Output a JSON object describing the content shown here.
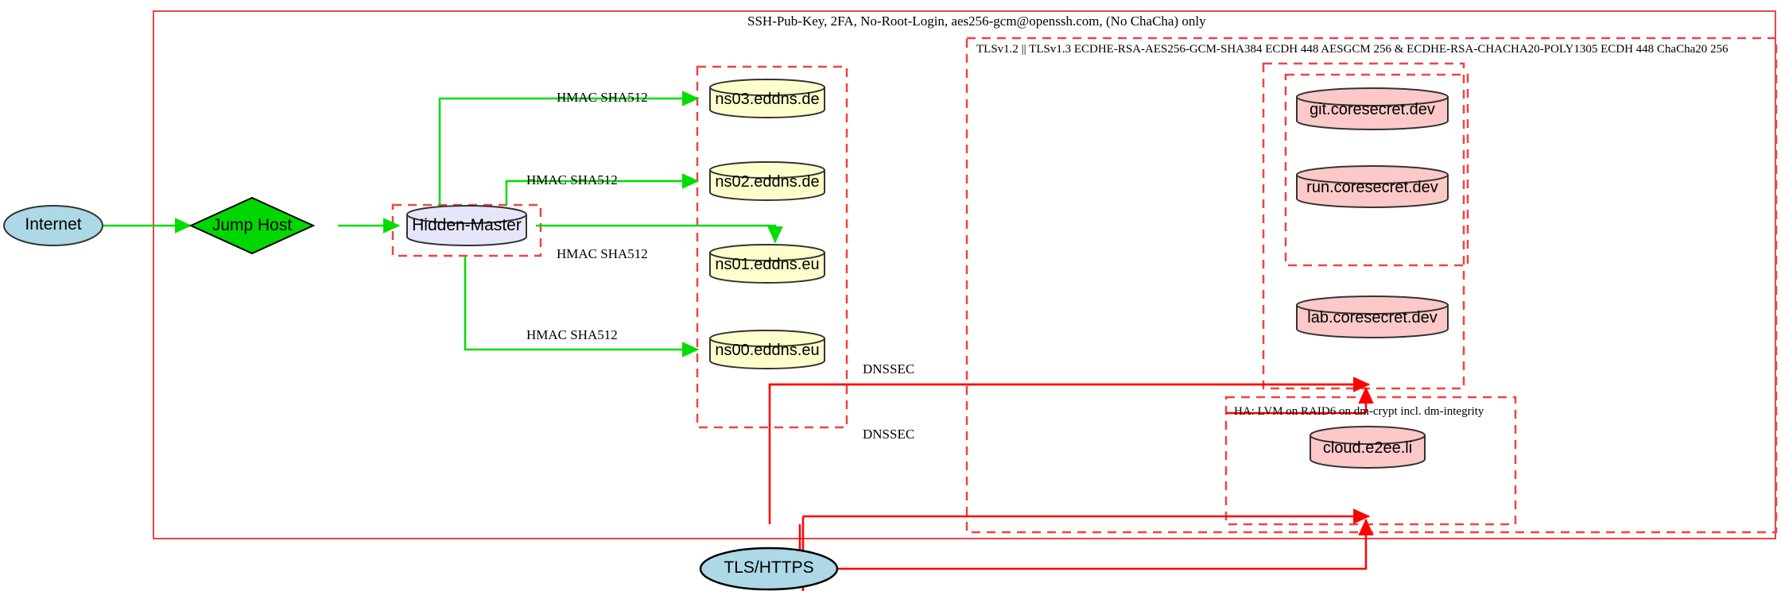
{
  "diagram": {
    "title_band_label": "SSH-Pub-Key, 2FA, No-Root-Login, aes256-gcm@openssh.com, (No ChaCha) only",
    "tls_band_label": "TLSv1.2 || TLSv1.3 ECDHE-RSA-AES256-GCM-SHA384 ECDH 448 AESGCM 256 & ECDHE-RSA-CHACHA20-POLY1305 ECDH 448 ChaCha20 256",
    "ha_band_label": "HA: LVM on RAID6 on dm-crypt incl. dm-integrity"
  },
  "nodes": {
    "internet": {
      "label": "Internet",
      "shape": "ellipse",
      "fill": "#add8e6"
    },
    "jump_host": {
      "label": "Jump Host",
      "shape": "diamond",
      "fill": "#00d700"
    },
    "hidden_master": {
      "label": "Hidden-Master",
      "shape": "cylinder",
      "fill": "#e6e6fa"
    },
    "tls_https": {
      "label": "TLS/HTTPS",
      "shape": "ellipse",
      "fill": "#add8e6"
    },
    "dns": [
      {
        "label": "ns03.eddns.de",
        "shape": "cylinder",
        "fill": "#ffffcc"
      },
      {
        "label": "ns02.eddns.de",
        "shape": "cylinder",
        "fill": "#ffffcc"
      },
      {
        "label": "ns01.eddns.eu",
        "shape": "cylinder",
        "fill": "#ffffcc"
      },
      {
        "label": "ns00.eddns.eu",
        "shape": "cylinder",
        "fill": "#ffffcc"
      }
    ],
    "services": [
      {
        "label": "git.coresecret.dev",
        "shape": "cylinder",
        "fill": "#fcc8c8"
      },
      {
        "label": "run.coresecret.dev",
        "shape": "cylinder",
        "fill": "#fcc8c8"
      },
      {
        "label": "lab.coresecret.dev",
        "shape": "cylinder",
        "fill": "#fcc8c8"
      },
      {
        "label": "cloud.e2ee.li",
        "shape": "cylinder",
        "fill": "#fcc8c8"
      }
    ]
  },
  "edge_labels": {
    "hmac": [
      "HMAC SHA512",
      "HMAC SHA512",
      "HMAC SHA512",
      "HMAC SHA512"
    ],
    "dnssec": [
      "DNSSEC",
      "DNSSEC"
    ]
  },
  "colors": {
    "edge_green": "#00dd00",
    "edge_red": "#ff0000",
    "boundary_red": "#ee4444",
    "node_stroke": "#333333"
  }
}
